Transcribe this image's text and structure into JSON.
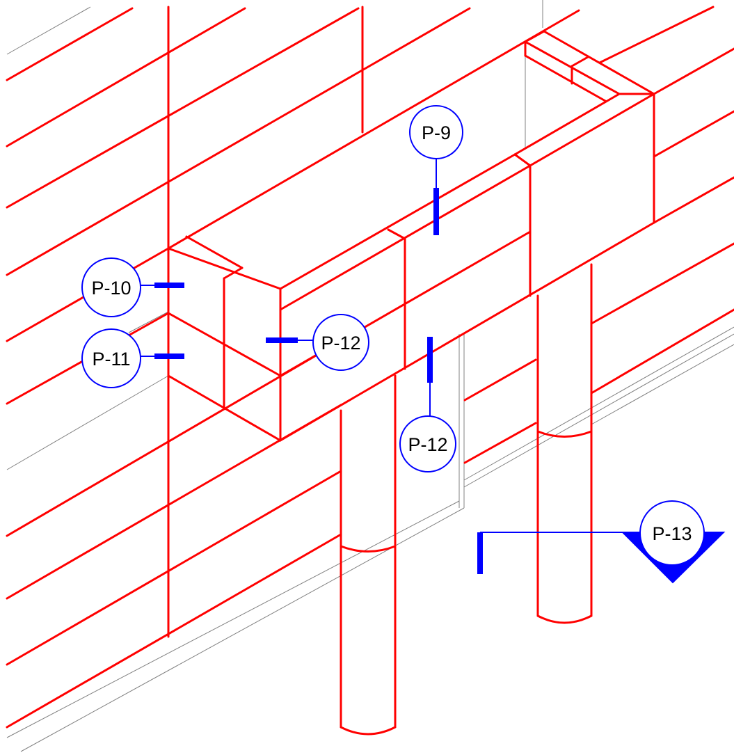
{
  "accent_colors": {
    "structure": "#ff0000",
    "annotation": "#0000ff",
    "reference": "#808080"
  },
  "tags": {
    "p9": "P-9",
    "p10": "P-10",
    "p11": "P-11",
    "p12_side": "P-12",
    "p12_front": "P-12",
    "p13": "P-13"
  }
}
